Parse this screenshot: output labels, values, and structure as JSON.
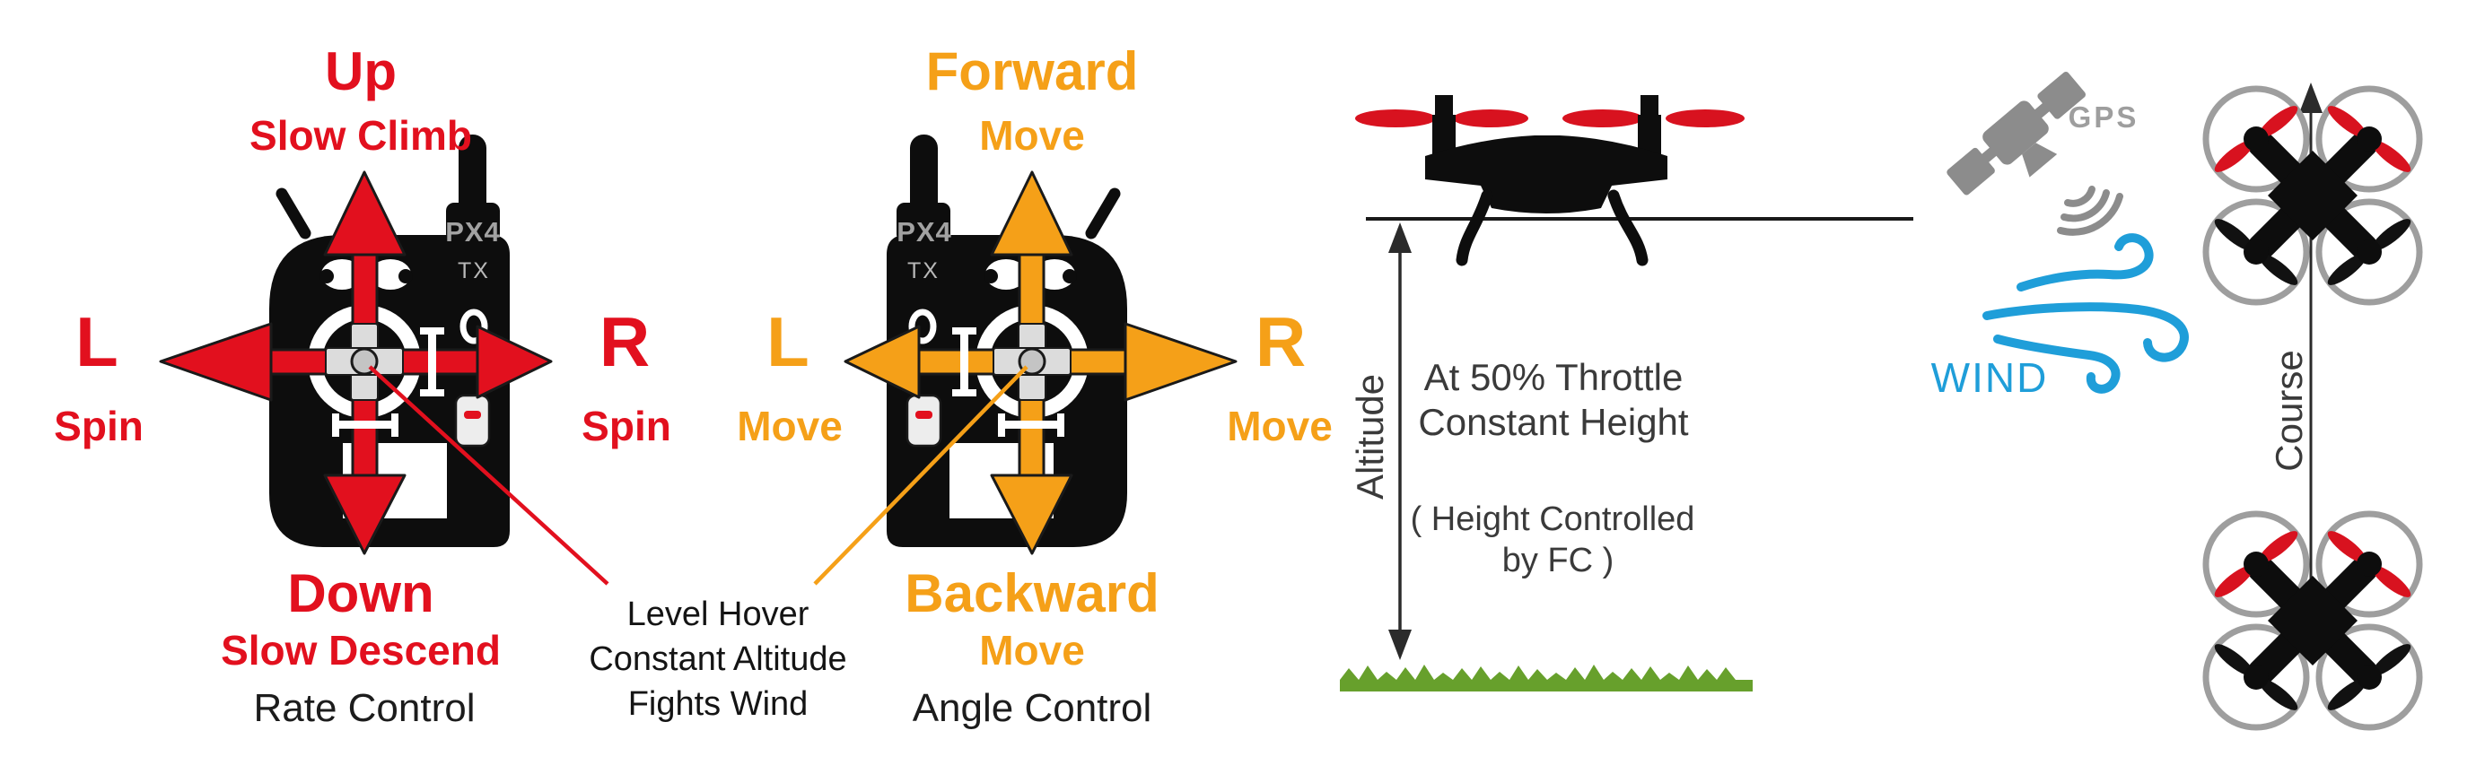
{
  "colors": {
    "red": "#e2101e",
    "orange": "#f5a018",
    "blue": "#1f9ed9",
    "grass_green": "#67a02c",
    "prop_red": "#d8121f",
    "device_black": "#0d0d0d",
    "dark_text": "#3a3a3a",
    "caption_text": "#1c1c1c",
    "device_label_gray": "#a2a2a2",
    "satellite_gray": "#8c8c8c",
    "prop_guard_gray": "#9e9e9e"
  },
  "rate_control": {
    "up_label": "Up",
    "up_sublabel": "Slow Climb",
    "left_label": "L",
    "left_sublabel": "Spin",
    "right_label": "R",
    "right_sublabel": "Spin",
    "down_label": "Down",
    "down_sublabel": "Slow Descend",
    "caption": "Rate Control",
    "device_label": "PX4",
    "device_sublabel": "TX"
  },
  "angle_control": {
    "up_label": "Forward",
    "up_sublabel": "Move",
    "left_label": "L",
    "left_sublabel": "Move",
    "right_label": "R",
    "right_sublabel": "Move",
    "down_label": "Backward",
    "down_sublabel": "Move",
    "caption": "Angle Control",
    "device_label": "PX4",
    "device_sublabel": "TX"
  },
  "hover_note": {
    "line1": "Level Hover",
    "line2": "Constant Altitude",
    "line3": "Fights Wind"
  },
  "altitude_panel": {
    "axis_label": "Altitude",
    "line1": "At 50% Throttle",
    "line2": "Constant Height",
    "line3": "( Height Controlled",
    "line4": "by FC )"
  },
  "environment": {
    "gps_label": "GPS",
    "wind_label": "WIND"
  },
  "course_panel": {
    "axis_label": "Course"
  }
}
